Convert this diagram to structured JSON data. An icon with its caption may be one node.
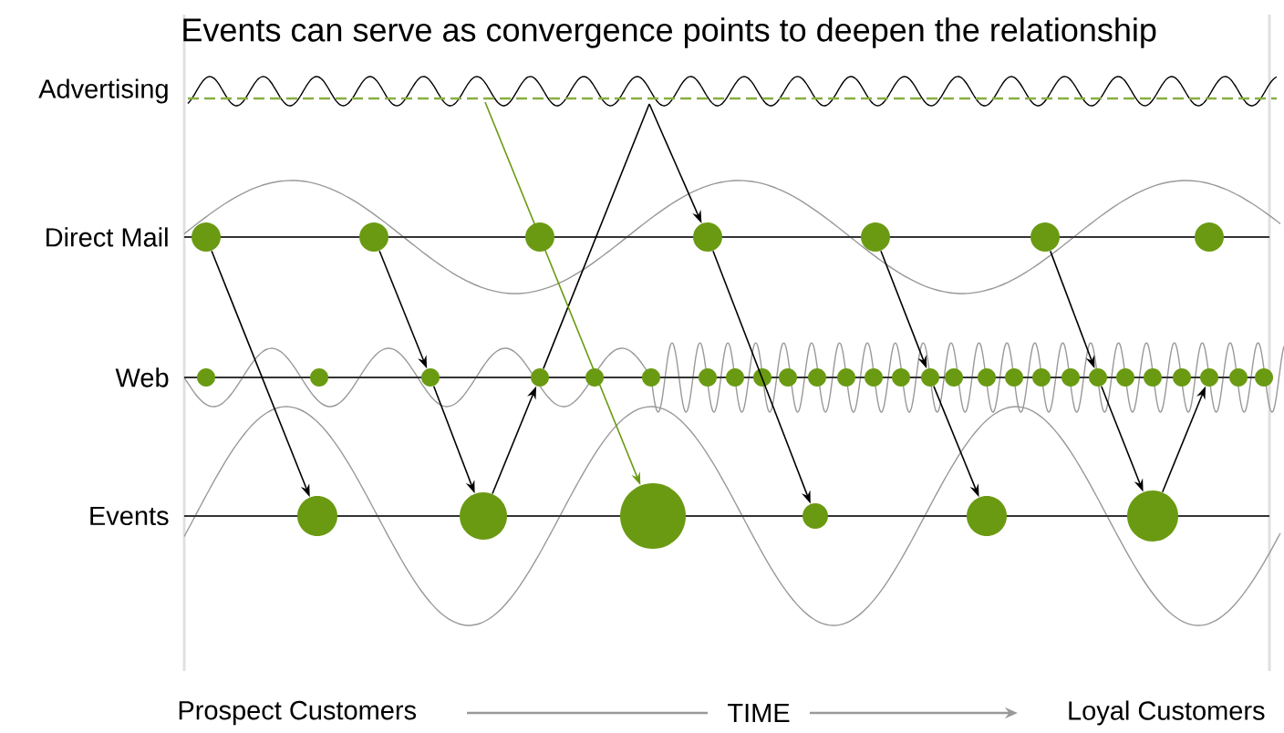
{
  "diagram": {
    "title": "Events can serve as convergence points to deepen the relationship",
    "nodes": [
      {
        "text": [],
        "shape": "circle"
      },
      {
        "text": [],
        "shape": "circle"
      },
      {
        "text": [],
        "shape": "circle"
      },
      {
        "text": [],
        "shape": "circle"
      },
      {
        "text": [],
        "shape": "circle"
      },
      {
        "text": [],
        "shape": "circle"
      },
      {
        "text": [],
        "shape": "circle"
      },
      {
        "text": [],
        "shape": "circle"
      },
      {
        "text": [],
        "shape": "circle"
      },
      {
        "text": [],
        "shape": "circle"
      },
      {
        "text": [],
        "shape": "circle"
      },
      {
        "text": [],
        "shape": "circle"
      },
      {
        "text": [],
        "shape": "circle"
      },
      {
        "text": [],
        "shape": "circle"
      },
      {
        "text": [],
        "shape": "circle"
      },
      {
        "text": [],
        "shape": "circle"
      },
      {
        "text": [],
        "shape": "circle"
      },
      {
        "text": [],
        "shape": "circle"
      },
      {
        "text": [],
        "shape": "circle"
      },
      {
        "text": [],
        "shape": "circle"
      },
      {
        "text": [],
        "shape": "circle"
      },
      {
        "text": [],
        "shape": "circle"
      },
      {
        "text": [],
        "shape": "circle"
      },
      {
        "text": [],
        "shape": "circle"
      },
      {
        "text": [],
        "shape": "circle"
      },
      {
        "text": [],
        "shape": "circle"
      },
      {
        "text": [],
        "shape": "circle"
      },
      {
        "text": [],
        "shape": "circle"
      },
      {
        "text": [],
        "shape": "circle"
      },
      {
        "text": [],
        "shape": "circle"
      },
      {
        "text": [],
        "shape": "circle"
      },
      {
        "text": [],
        "shape": "circle"
      },
      {
        "text": [],
        "shape": "circle"
      },
      {
        "text": [],
        "shape": "circle"
      },
      {
        "text": [],
        "shape": "circle"
      },
      {
        "text": [],
        "shape": "circle"
      },
      {
        "text": [],
        "shape": "circle"
      },
      {
        "text": [],
        "shape": "circle"
      },
      {
        "text": [],
        "shape": "circle"
      },
      {
        "text": [],
        "shape": "circle"
      }
    ],
    "edges": [
      {
        "from": 0,
        "to": 34,
        "arrow": "to"
      },
      {
        "from": 1,
        "to": 9,
        "arrow": "to"
      },
      {
        "from": 9,
        "to": 35,
        "arrow": "to"
      },
      {
        "from": 35,
        "to": 10,
        "arrow": "to"
      },
      {
        "from": 10,
        "to": null,
        "arrow": "none"
      },
      {
        "from": null,
        "to": 3,
        "arrow": "to"
      },
      {
        "from": 3,
        "to": 37,
        "arrow": "to"
      },
      {
        "from": 4,
        "to": 21,
        "arrow": "to"
      },
      {
        "from": 21,
        "to": 38,
        "arrow": "to"
      },
      {
        "from": 5,
        "to": 27,
        "arrow": "to"
      },
      {
        "from": 27,
        "to": 39,
        "arrow": "to"
      },
      {
        "from": 39,
        "to": 31,
        "arrow": "to"
      },
      {
        "from": null,
        "to": 36,
        "arrow": "to",
        "color": "#6a9a12"
      }
    ],
    "labels": [
      "Advertising",
      "Direct Mail",
      "Web",
      "Events",
      "Prospect Customers",
      "TIME",
      "Loyal Customers"
    ]
  }
}
